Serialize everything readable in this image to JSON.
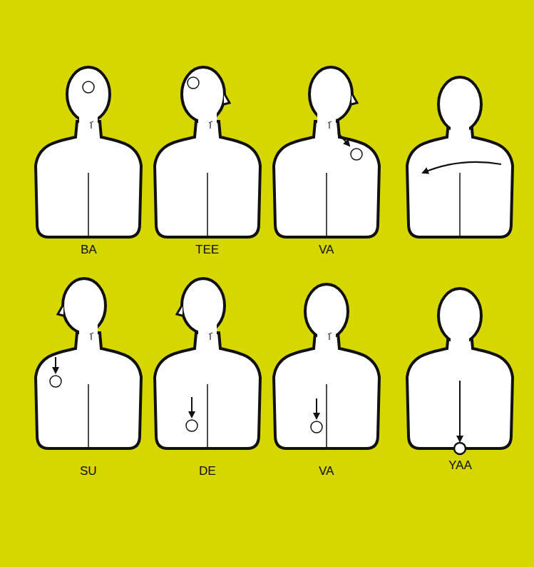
{
  "diagram": {
    "labels": [
      "BA",
      "TEE",
      "VA",
      "SU",
      "DE",
      "VA",
      "YAA"
    ]
  }
}
